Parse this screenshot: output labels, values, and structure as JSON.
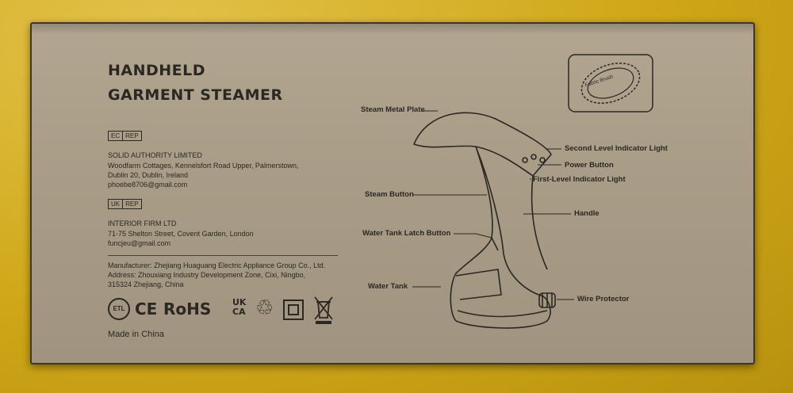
{
  "title": {
    "line1": "HANDHELD",
    "line2": "GARMENT STEAMER"
  },
  "ec_rep": {
    "tags": [
      "EC",
      "REP"
    ],
    "company": "SOLID AUTHORITY LIMITED",
    "address1": "Woodfarm Cottages, Kennelsfort Road Upper, Palmerstown,",
    "address2": "Dublin 20, Dublin, Ireland",
    "email": "phoebe8706@gmail.com"
  },
  "uk_rep": {
    "tags": [
      "UK",
      "REP"
    ],
    "company": "INTERIOR FIRM LTD",
    "address1": "71-75 Shelton Street, Covent Garden, London",
    "email": "funcjeu@gmail.com"
  },
  "manufacturer": {
    "line1": "Manufacturer: Zhejiang Huaguang Electric Appliance Group Co., Ltd.",
    "line2": "Address: Zhouxiang Industry Development Zone, Cixi, Ningbo,",
    "line3": "315324 Zhejiang, China"
  },
  "certs": {
    "ce": "CE",
    "rohs": "RoHS",
    "ukca_top": "UK",
    "ukca_bottom": "CA"
  },
  "made_in": "Made in China",
  "fabric_brush": "Fabric Brush",
  "diagram_labels": {
    "steam_plate": "Steam Metal Plate",
    "second_light": "Second Level Indicator Light",
    "power_button": "Power Button",
    "first_light": "First-Level Indicator Light",
    "steam_button": "Steam Button",
    "handle": "Handle",
    "latch_button": "Water Tank Latch Button",
    "water_tank": "Water Tank",
    "wire_protector": "Wire Protector"
  }
}
